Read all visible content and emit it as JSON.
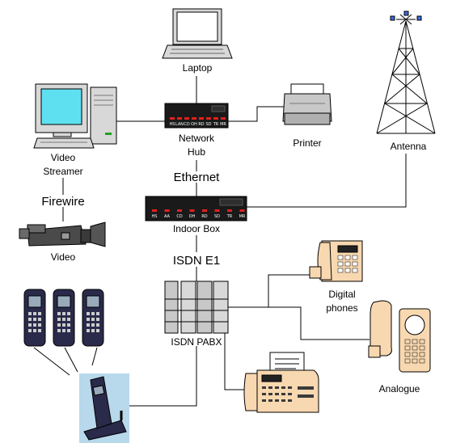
{
  "labels": {
    "laptop": "Laptop",
    "network_hub_1": "Network",
    "network_hub_2": "Hub",
    "printer": "Printer",
    "antenna": "Antenna",
    "video_streamer_1": "Video",
    "video_streamer_2": "Streamer",
    "ethernet": "Ethernet",
    "firewire": "Firewire",
    "indoor_box": "Indoor Box",
    "video": "Video",
    "isdn_e1": "ISDN E1",
    "digital_phones_1": "Digital",
    "digital_phones_2": "phones",
    "isdn_pabx": "ISDN PABX",
    "analogue": "Analogue"
  },
  "hub_leds": [
    "HS",
    "LAN",
    "CD",
    "OH",
    "RD",
    "SD",
    "TR",
    "MR"
  ],
  "indoor_box_leds": [
    "HS",
    "AA",
    "CD",
    "OH",
    "RD",
    "SD",
    "TR",
    "MR"
  ],
  "colors": {
    "screen": "#5ee0f0",
    "device_body": "#d8d8d8",
    "box_dark": "#1a1a1a",
    "led_red": "#e02020",
    "phone_body": "#f8d8b0",
    "handset_bg": "#b8d8ec",
    "handset_body": "#2a2a4a"
  }
}
